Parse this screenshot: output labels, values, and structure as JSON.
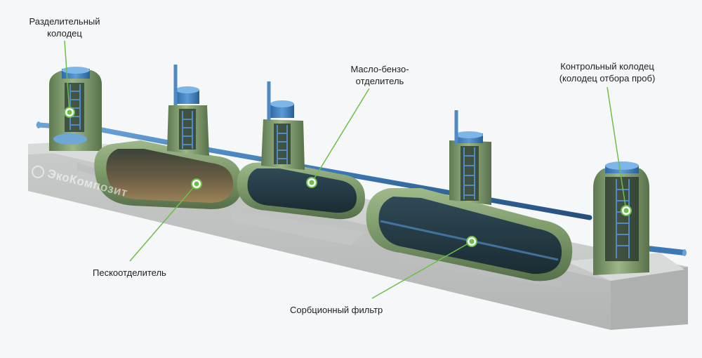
{
  "labels": {
    "separator_well": [
      "Разделительный",
      "колодец"
    ],
    "oil_separator": [
      "Масло-бензо-",
      "отделитель"
    ],
    "control_well": [
      "Контрольный колодец",
      "(колодец отбора проб)"
    ],
    "sand_separator": "Пескоотделитель",
    "sorption_filter": "Сорбционный фильтр"
  },
  "watermark": "ЭкоКомпозит",
  "colors": {
    "tank_green": "#7f9a6c",
    "concrete": "#d3d5d4",
    "pipe_blue": "#3c78b4",
    "leader_green": "#6cc04a"
  }
}
